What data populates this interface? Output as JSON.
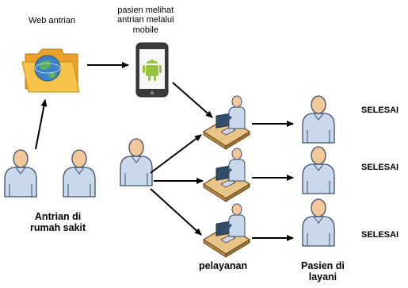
{
  "labels": {
    "web_antrian": "Web antrian",
    "mobile_note_1": "pasien melihat",
    "mobile_note_2": "antrian melalui",
    "mobile_note_3": "mobile",
    "antrian_1": "Antrian di",
    "antrian_2": "rumah sakit",
    "pelayanan": "pelayanan",
    "pasien_1": "Pasien di",
    "pasien_2": "layani",
    "selesai_1": "SELESAI",
    "selesai_2": "SELESAI",
    "selesai_3": "SELESAI"
  },
  "icons": {
    "person": "person-icon",
    "folder": "web-folder-globe-icon",
    "phone": "android-phone-icon",
    "desk": "service-desk-icon"
  },
  "colors": {
    "person_fill": "#f5e4c8",
    "person_head": "#f2c79a",
    "person_body": "#c9d8ea",
    "folder": "#f3b53a",
    "globe": "#3b82c4",
    "phone_body": "#3a3a3a",
    "android": "#98c43c",
    "desk_top": "#e9c489",
    "arrow": "#000000"
  }
}
